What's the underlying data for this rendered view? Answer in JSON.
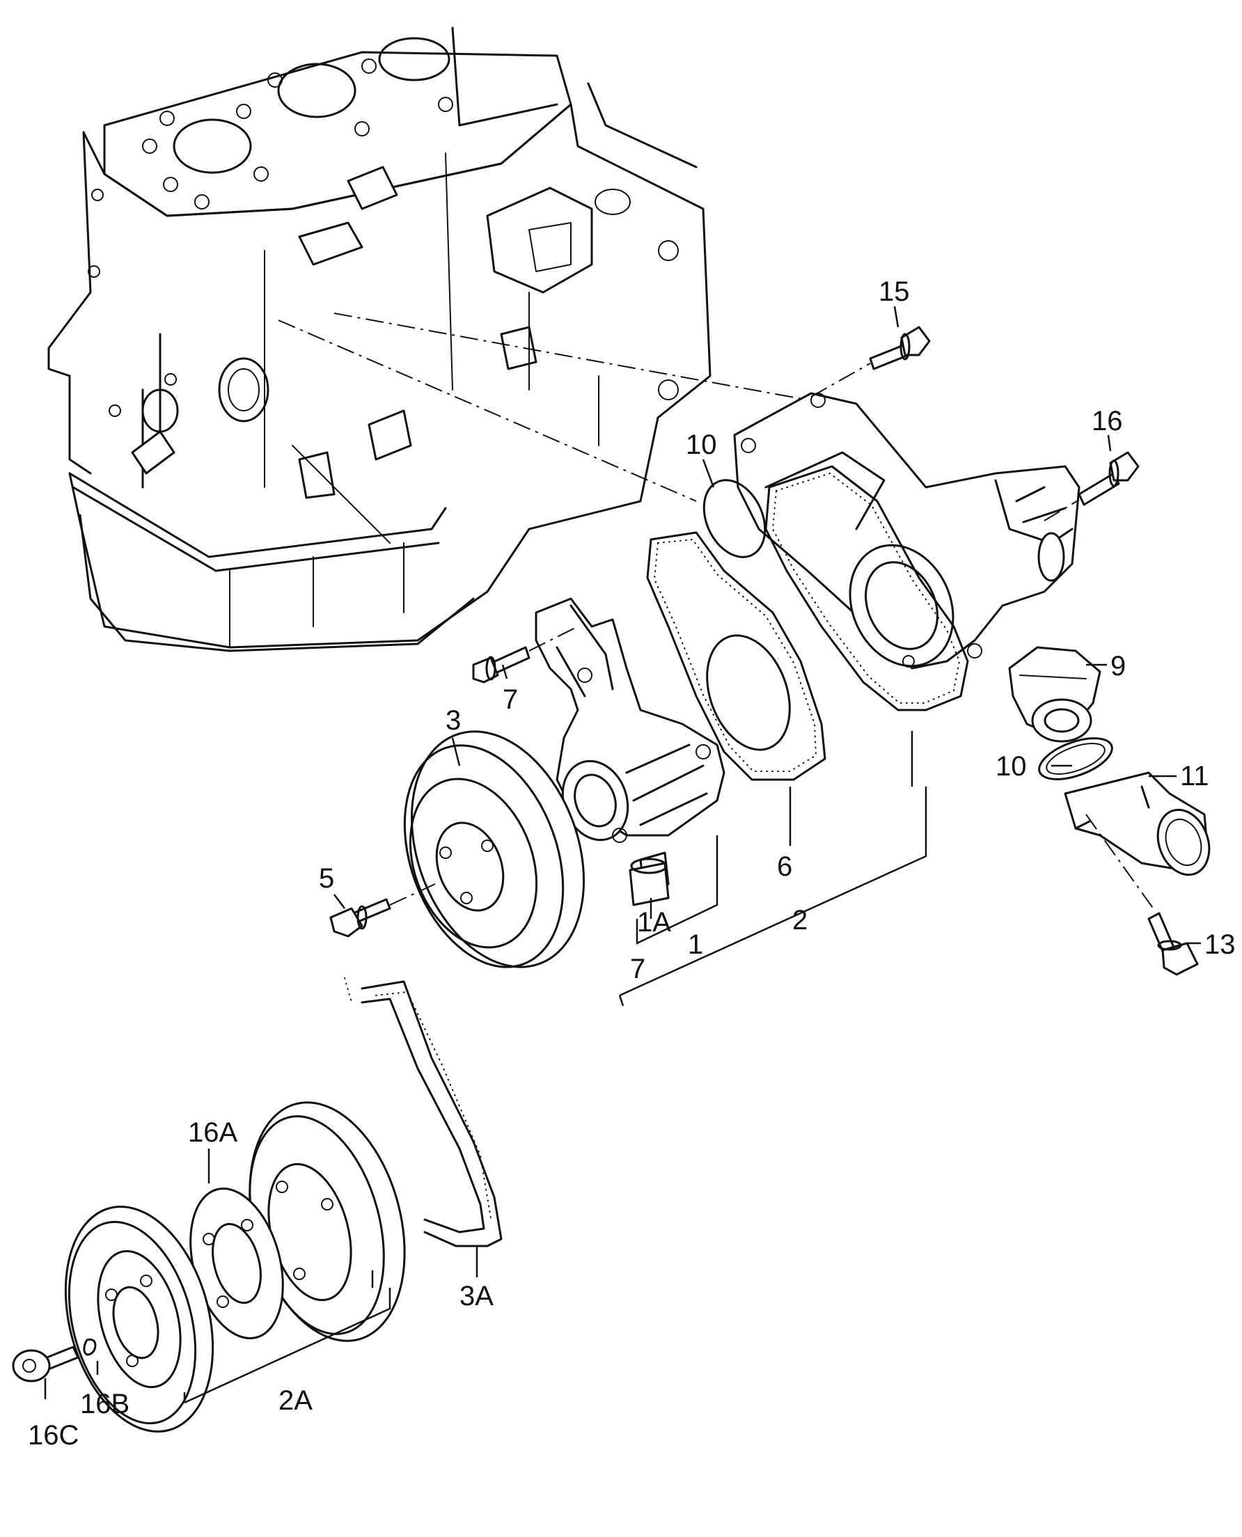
{
  "labels": {
    "l15": "15",
    "l16": "16",
    "l10a": "10",
    "l10b": "10",
    "l9": "9",
    "l11": "11",
    "l13": "13",
    "l7a": "7",
    "l7b": "7",
    "l3": "3",
    "l5": "5",
    "l6": "6",
    "l1": "1",
    "l1a": "1A",
    "l2": "2",
    "l16a": "16A",
    "l3a": "3A",
    "l2a": "2A",
    "l16b": "16B",
    "l16c": "16C"
  }
}
